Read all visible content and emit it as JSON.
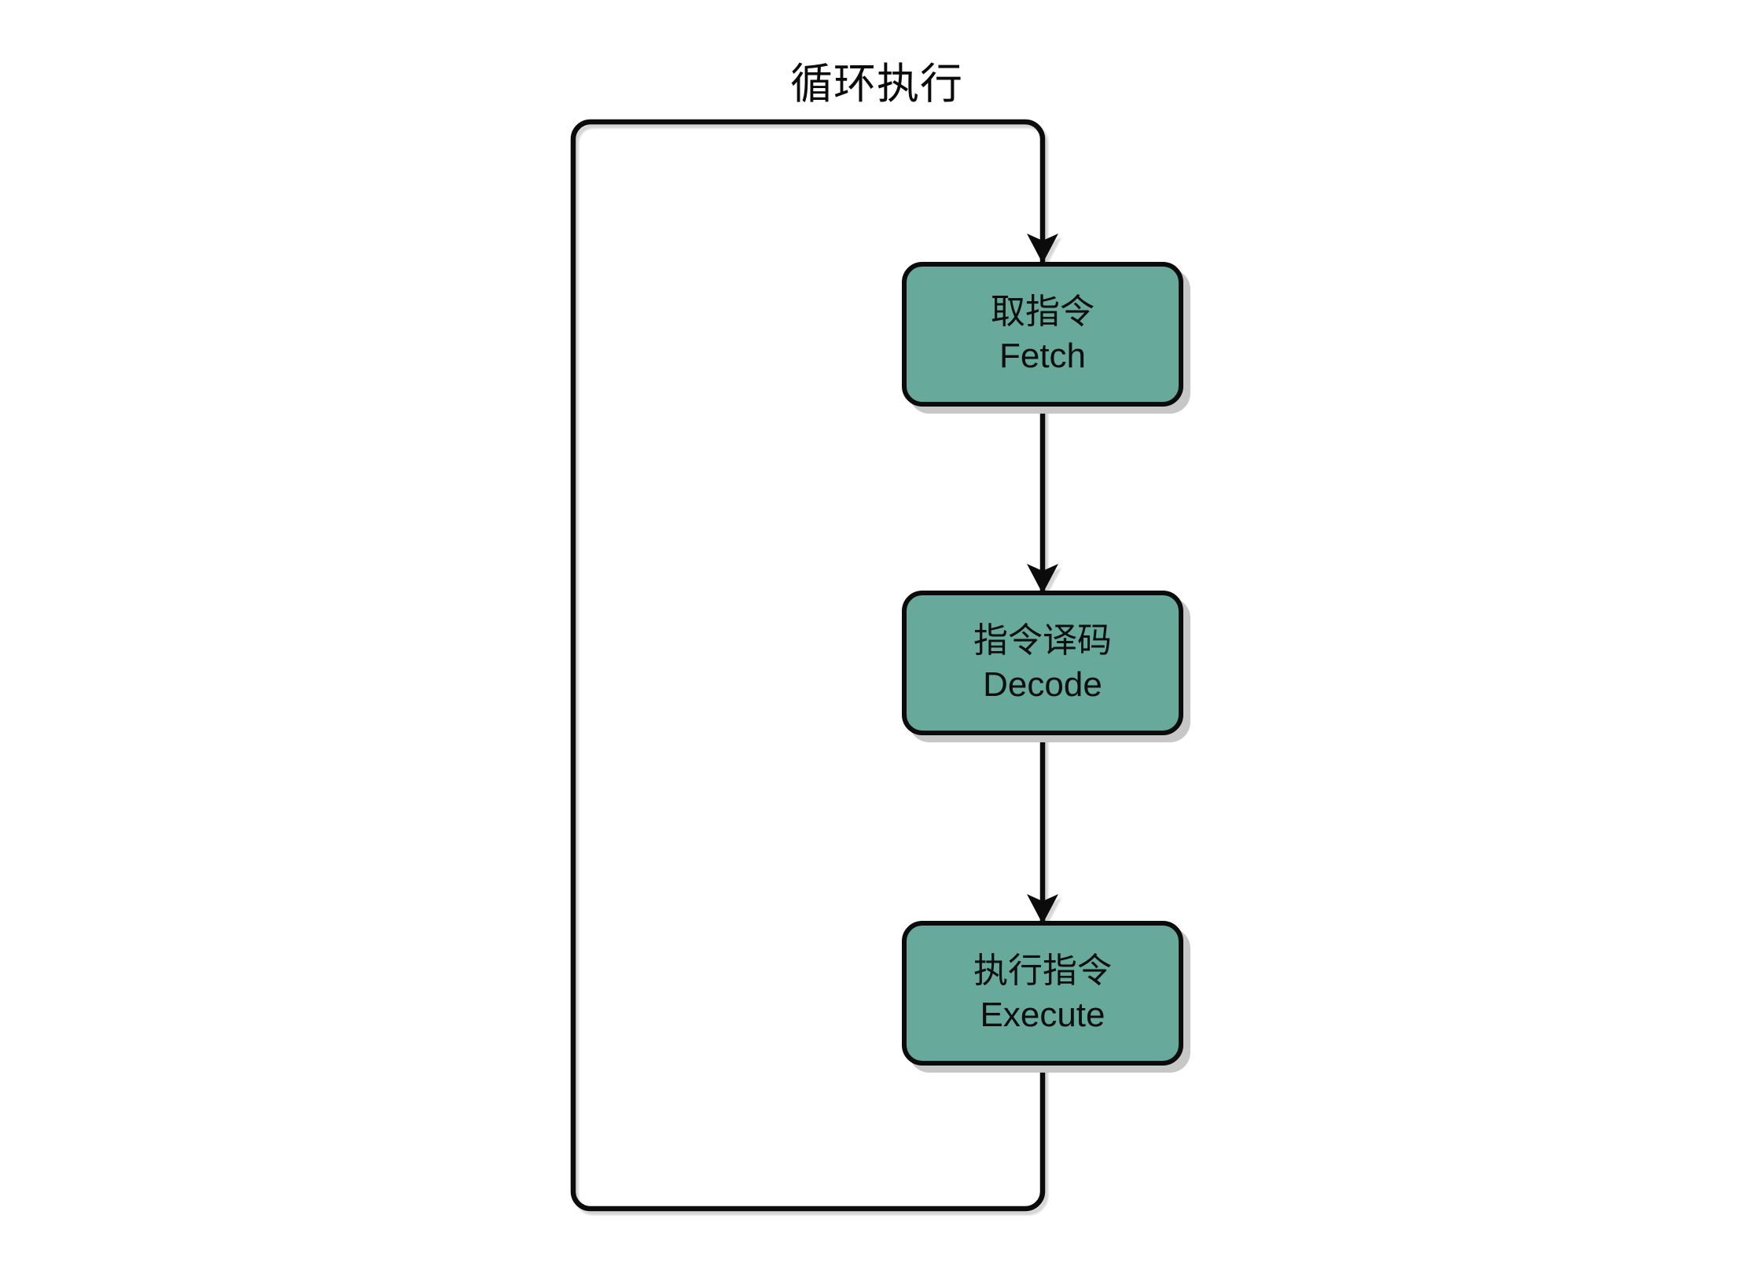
{
  "diagram": {
    "loop_label": "循环执行",
    "nodes": [
      {
        "id": "fetch",
        "label_zh": "取指令",
        "label_en": "Fetch"
      },
      {
        "id": "decode",
        "label_zh": "指令译码",
        "label_en": "Decode"
      },
      {
        "id": "execute",
        "label_zh": "执行指令",
        "label_en": "Execute"
      }
    ],
    "flow_order": [
      "fetch",
      "decode",
      "execute"
    ],
    "loops_back_to": "fetch"
  },
  "colors": {
    "background": "#ffffff",
    "node_fill": "#67a99a",
    "node_border": "#0b0b0b",
    "wire": "#0b0b0b",
    "shadow": "#c7c7c7",
    "text": "#0e0e0e"
  }
}
